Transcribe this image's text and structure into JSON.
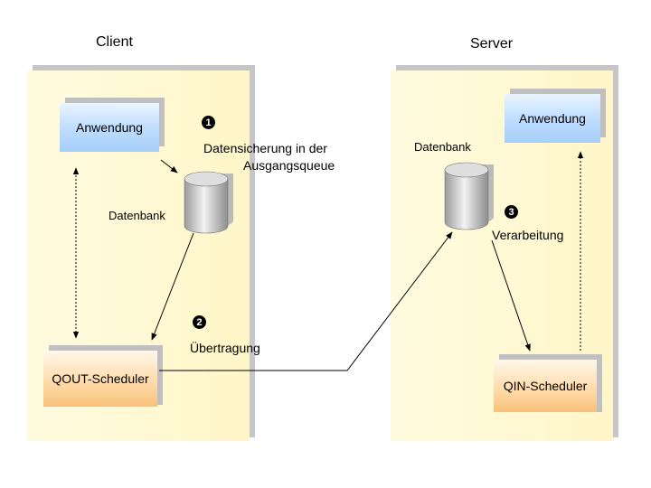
{
  "client": {
    "title": "Client",
    "application": "Anwendung",
    "database": "Datenbank",
    "scheduler": "QOUT-Scheduler"
  },
  "server": {
    "title": "Server",
    "application": "Anwendung",
    "database": "Datenbank",
    "scheduler": "QIN-Scheduler"
  },
  "steps": [
    {
      "number": "1",
      "text_line1": "Datensicherung in der",
      "text_line2": "Ausgangsqueue"
    },
    {
      "number": "2",
      "text": "Übertragung"
    },
    {
      "number": "3",
      "text": "Verarbeitung"
    }
  ],
  "colors": {
    "panel": "#fff6c8",
    "application_box": "#bcdcff",
    "scheduler_box": "#ffd9a6",
    "database": "#c8c8c8"
  }
}
